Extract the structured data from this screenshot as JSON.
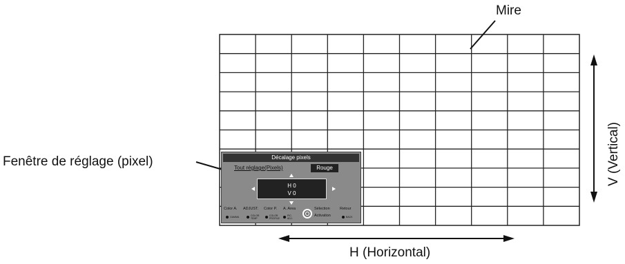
{
  "labels": {
    "pattern": "Mire",
    "window": "Fenêtre de réglage (pixel)",
    "horizontal": "H (Horizontal)",
    "vertical": "V (Vertical)"
  },
  "osd": {
    "title": "Décalage pixels",
    "mode": "Tout réglage(Pixels)",
    "color": "Rouge",
    "h_value": "H  0",
    "v_value": "V  0",
    "footer": {
      "color_a": "Color A.",
      "adjust": "ADJUST.",
      "color_p": "Color P.",
      "a_area": "A. Area",
      "selection": "Sélection",
      "retour": "Retour",
      "activation": "Activation",
      "gamma": "GAMMA",
      "color_temp": "COLOR TEMP",
      "color_profile": "COLOR PROFILE",
      "pic_adj": "PIC. ADJ.",
      "back": "BACK"
    }
  },
  "colors": {
    "grid_line": "#222222",
    "arrow": "#111111",
    "osd_background": "#8a8a8a",
    "osd_dark": "#222222"
  }
}
